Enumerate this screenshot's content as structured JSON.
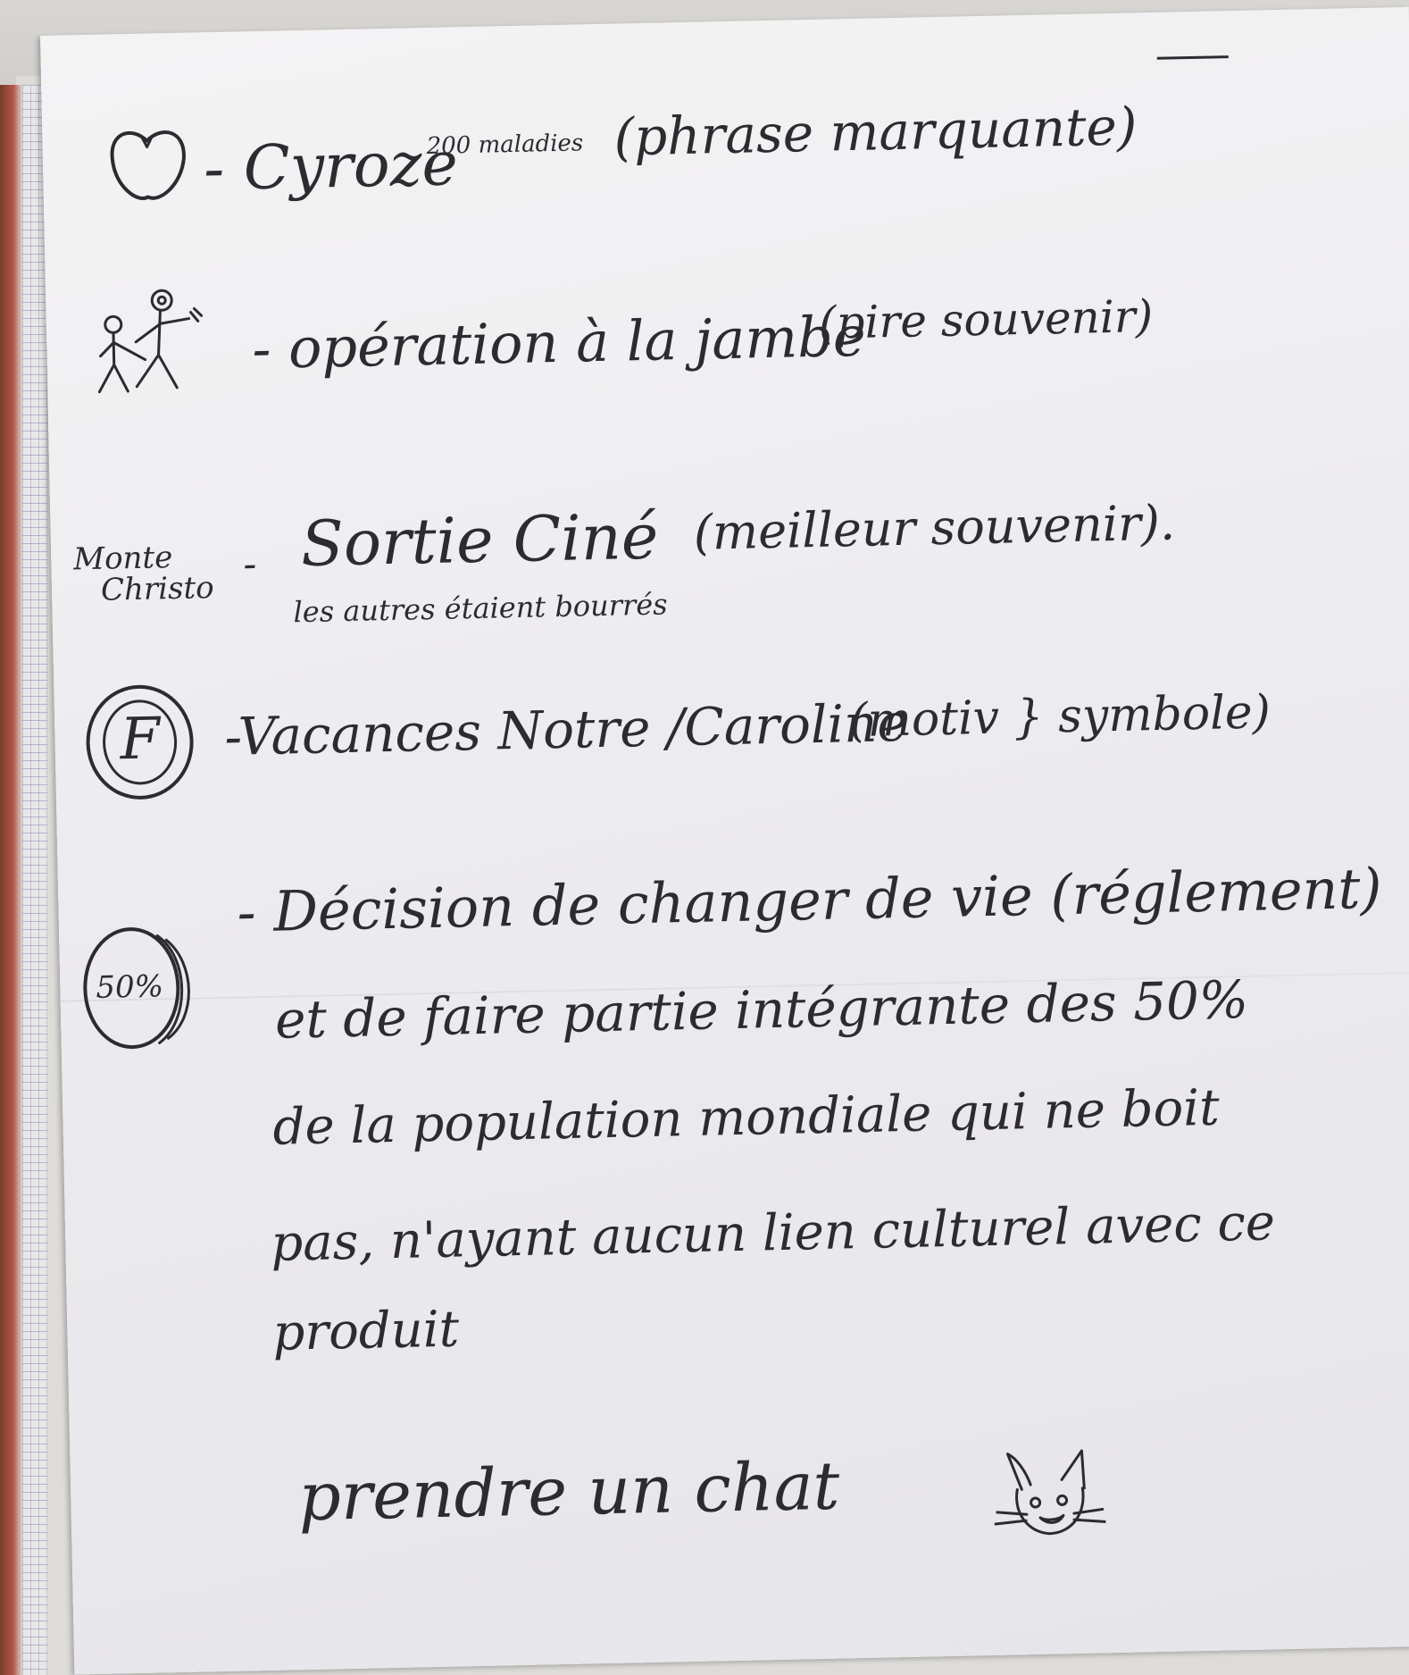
{
  "notes": {
    "line1": {
      "main": "- Cyroze",
      "small": "200 maladies",
      "paren": "(phrase marquante)"
    },
    "line2": {
      "main": "- opération à la jambe",
      "paren": "(pire souvenir)"
    },
    "line3": {
      "side_label_1": "Monte",
      "side_label_2": "Christo",
      "dash": "-",
      "main": "Sortie Ciné",
      "paren": "(meilleur souvenir).",
      "sub": "les autres étaient bourrés"
    },
    "line4": {
      "icon_letter": "F",
      "main": "-Vacances Notre /Caroline",
      "paren": "(motiv } symbole)"
    },
    "line5": {
      "icon_text": "50%",
      "text_lines": [
        "- Décision de changer de vie (réglement)",
        "et de faire partie intégrante des 50%",
        "de la population mondiale qui ne boit",
        "pas, n'ayant aucun lien culturel avec ce",
        "produit"
      ]
    },
    "line6": {
      "main": "prendre un chat"
    }
  }
}
